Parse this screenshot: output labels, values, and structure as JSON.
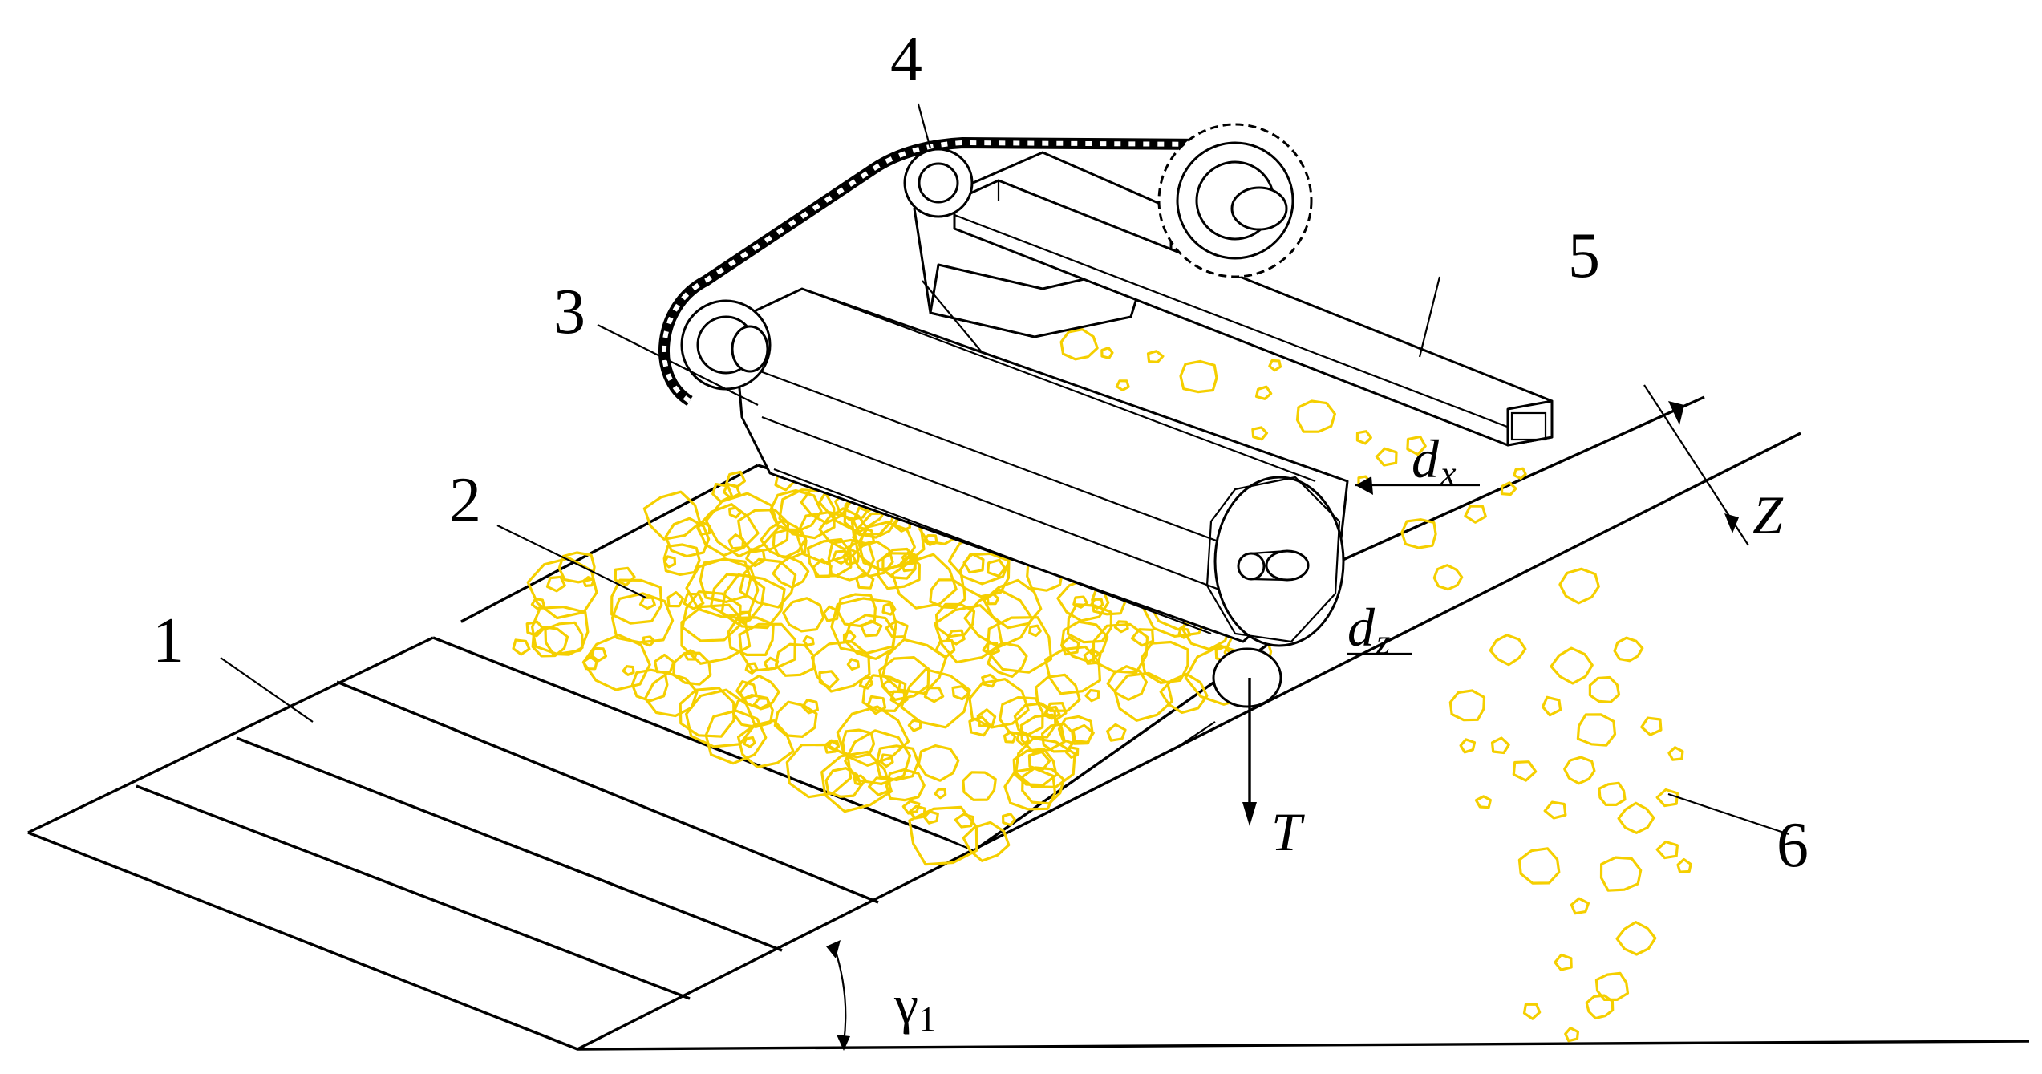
{
  "figure": {
    "labels": {
      "part_1": "1",
      "part_2": "2",
      "part_3": "3",
      "part_4": "4",
      "part_5": "5",
      "part_6": "6"
    },
    "symbols": {
      "dx_main": "d",
      "dx_sub": "x",
      "dz_main": "d",
      "dz_sub": "z",
      "z": "Z",
      "t": "T",
      "gamma_main": "γ",
      "gamma_sub": "1"
    },
    "colors": {
      "grain": "#f5cf00",
      "line": "#000000"
    }
  }
}
